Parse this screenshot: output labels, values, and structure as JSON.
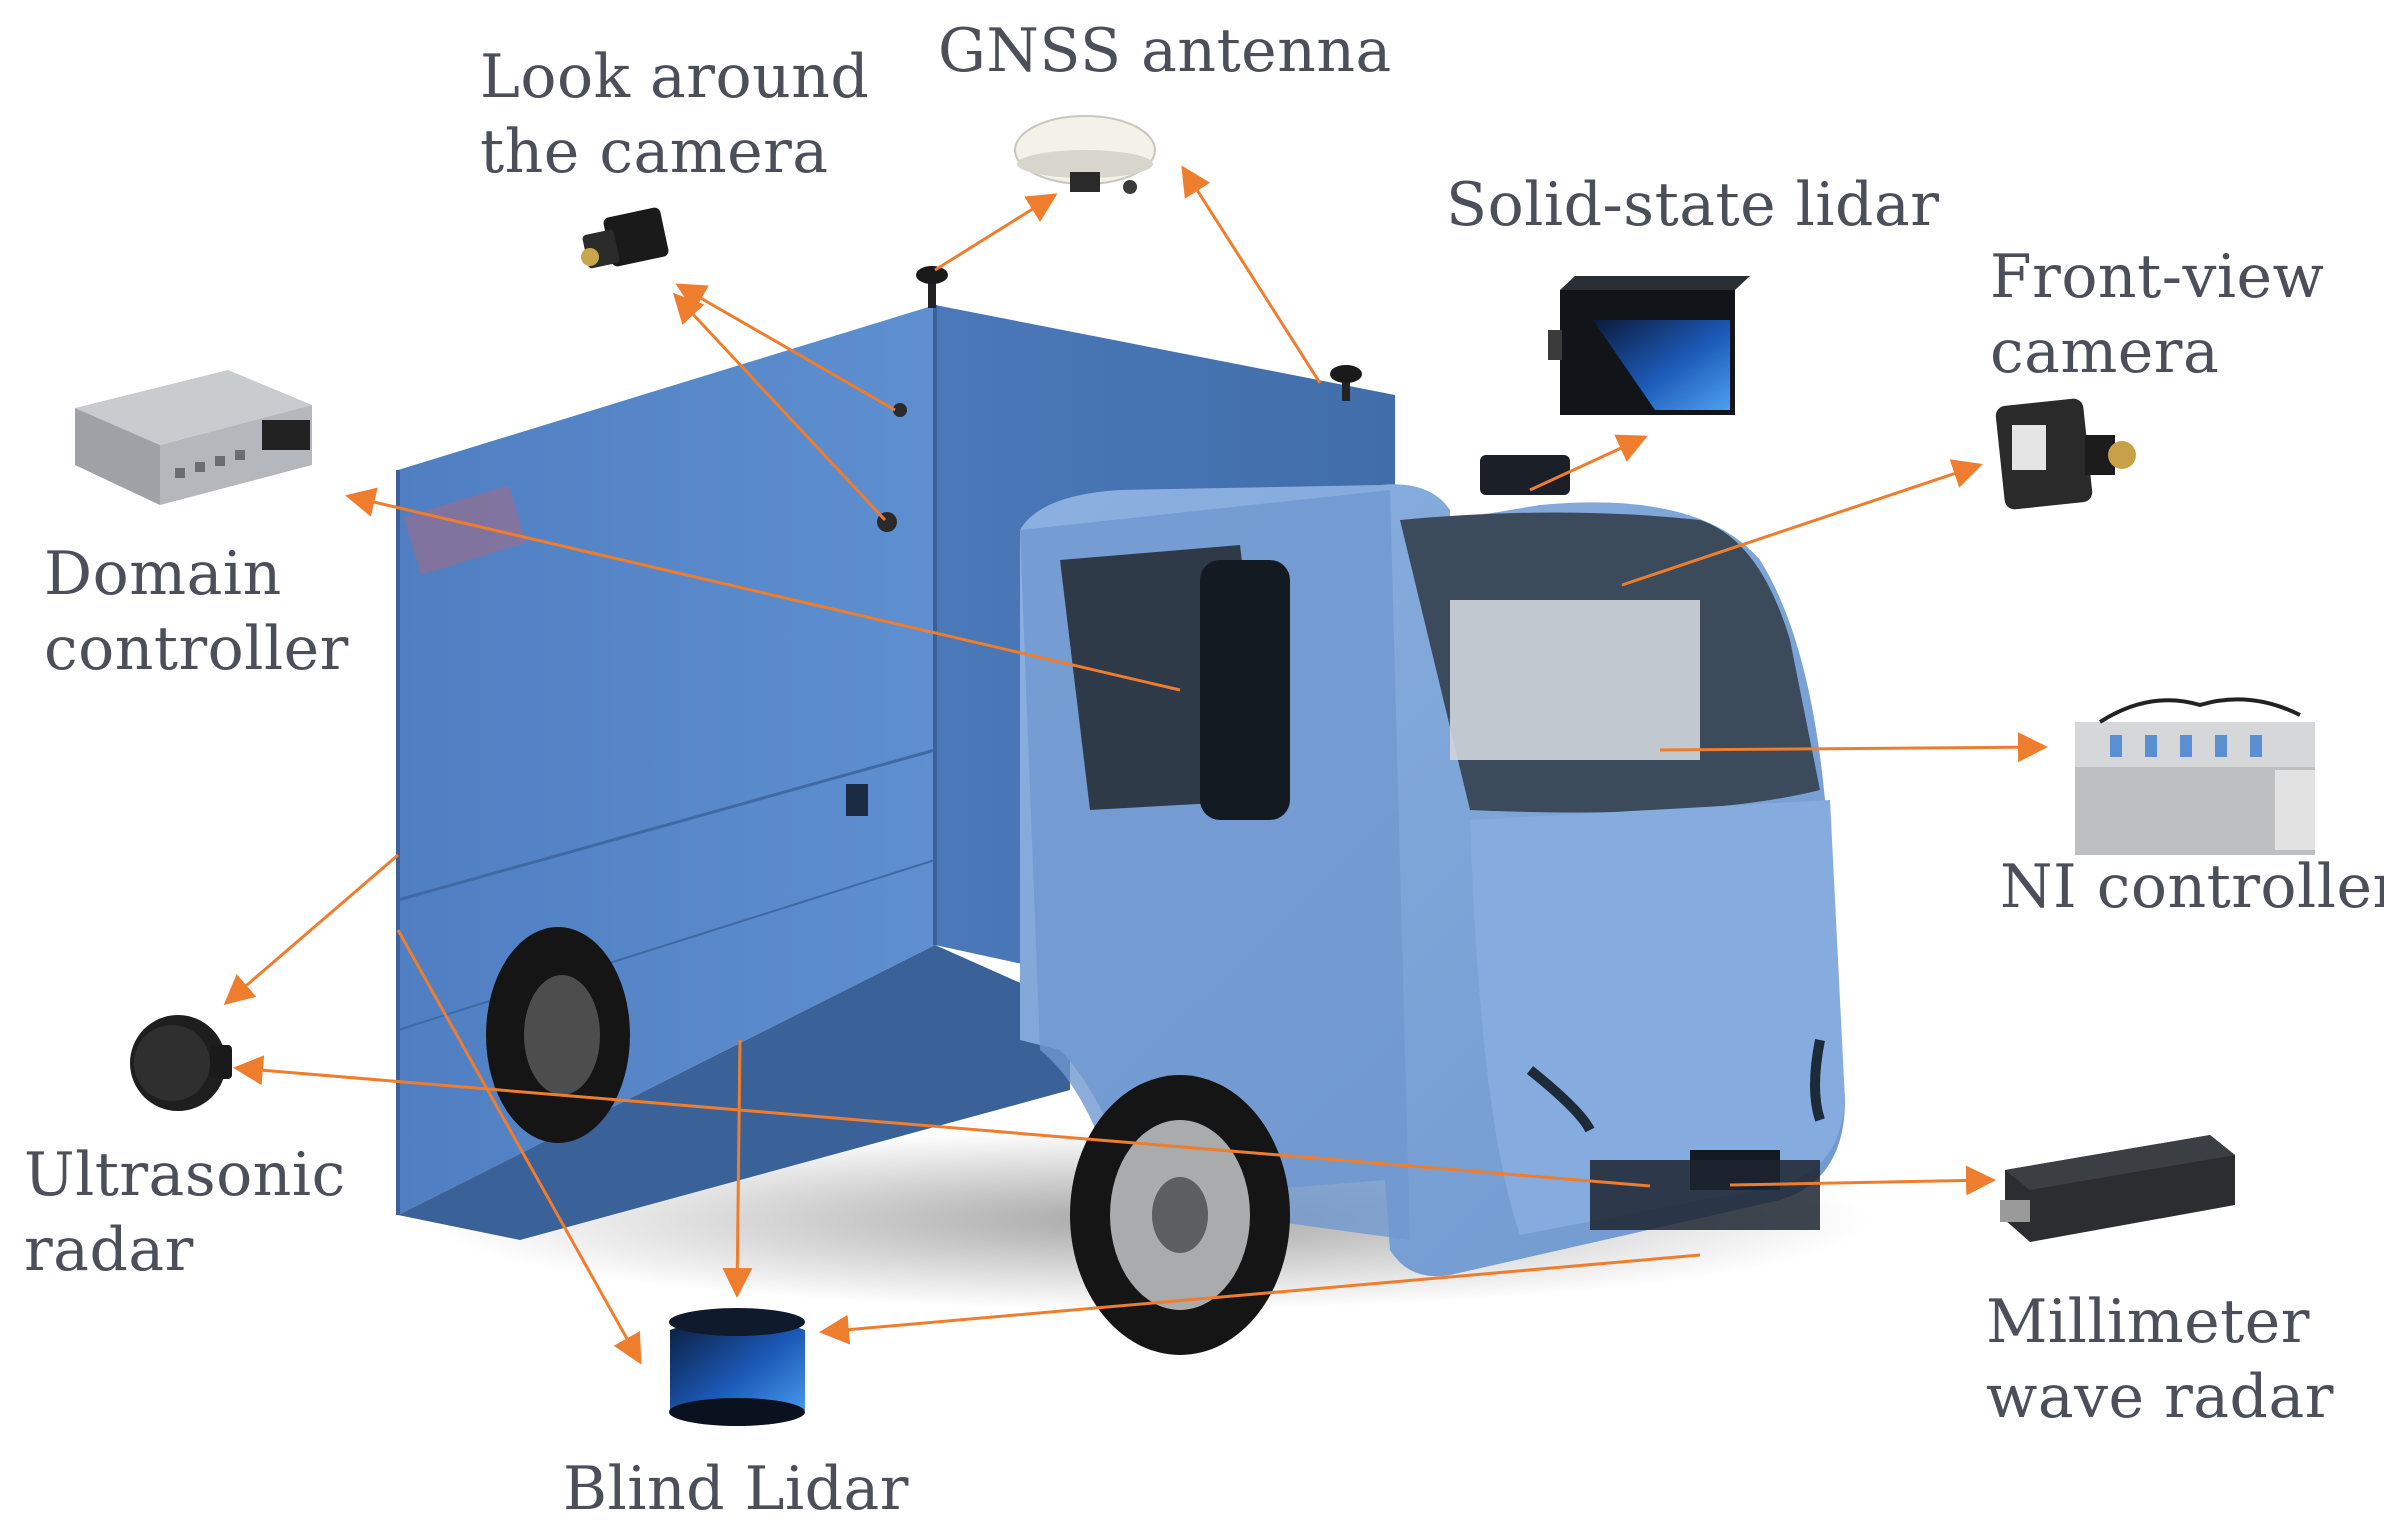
{
  "labels": {
    "look_around_camera": [
      "Look around",
      "the camera"
    ],
    "gnss_antenna": "GNSS antenna",
    "solid_state_lidar": "Solid-state lidar",
    "front_view_camera": [
      "Front-view",
      "camera"
    ],
    "domain_controller": [
      "Domain",
      "controller"
    ],
    "ni_controller": "NI controller",
    "ultrasonic_radar": [
      "Ultrasonic",
      "radar"
    ],
    "millimeter_wave_radar": [
      "Millimeter",
      "wave radar"
    ],
    "blind_lidar": "Blind Lidar"
  },
  "colors": {
    "arrow": "#ef7d2e",
    "label_text": "#4a4f59",
    "truck_body": "#5b87c7",
    "truck_cab": "#7ea6d9"
  }
}
